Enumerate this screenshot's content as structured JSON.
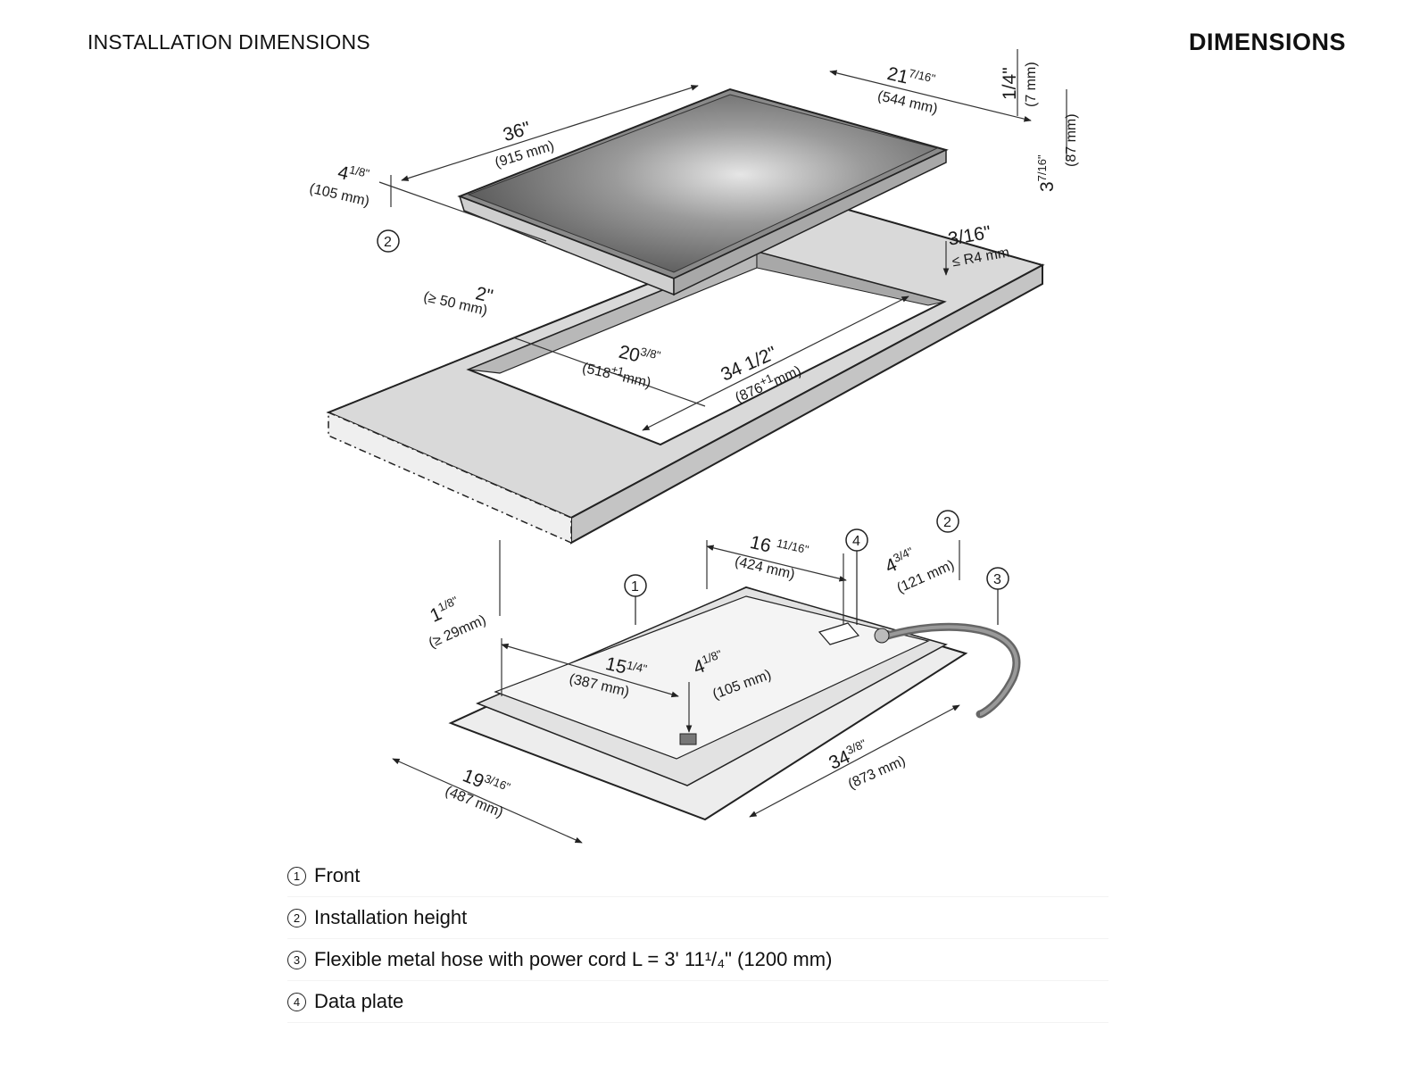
{
  "header": {
    "left_title": "INSTALLATION DIMENSIONS",
    "right_title": "DIMENSIONS"
  },
  "diagram": {
    "cooktop": {
      "width_in": "36\"",
      "width_mm": "(915 mm)",
      "depth_in": "21",
      "depth_frac": "7/16\"",
      "depth_mm": "(544 mm)",
      "glass_in": "1/4\"",
      "glass_mm": "(7 mm)",
      "height_in": "3",
      "height_frac": "7/16\"",
      "height_mm": "(87 mm)",
      "install_in": "4",
      "install_frac": "1/8\"",
      "install_mm": "(105 mm)"
    },
    "cutout": {
      "corner_in": "3/16\"",
      "corner_mm": "≤ R4 mm",
      "margin_in": "2\"",
      "margin_pre": "(≥",
      "margin_mm": "50 mm)",
      "depth_in": "20",
      "depth_frac": "3/8\"",
      "depth_mm": "(518",
      "depth_tol": "±1",
      "depth_unit": "mm)",
      "width_in": "34 1/2\"",
      "width_mm": "(876",
      "width_tol": "+1",
      "width_unit": "mm)",
      "counter_in": "1",
      "counter_frac": "1/8\"",
      "counter_mm": "(≥ 29mm)"
    },
    "bottom": {
      "a_in": "16",
      "a_frac": "11/16\"",
      "a_mm": "(424 mm)",
      "b_in": "4",
      "b_frac": "3/4\"",
      "b_mm": "(121 mm)",
      "c_in": "15",
      "c_frac": "1/4\"",
      "c_mm": "(387 mm)",
      "d_in": "4",
      "d_frac": "1/8\"",
      "d_mm": "(105 mm)",
      "e_in": "19",
      "e_frac": "3/16\"",
      "e_mm": "(487 mm)",
      "f_in": "34",
      "f_frac": "3/8\"",
      "f_mm": "(873 mm)"
    },
    "callouts": {
      "n1": "1",
      "n2": "2",
      "n3": "3",
      "n4": "4"
    }
  },
  "legend": [
    {
      "num": "1",
      "text": "Front"
    },
    {
      "num": "2",
      "text": "Installation height"
    },
    {
      "num": "3",
      "text": "Flexible metal hose with power cord L = 3' 11¹/₄\" (1200 mm)"
    },
    {
      "num": "4",
      "text": "Data plate"
    }
  ]
}
